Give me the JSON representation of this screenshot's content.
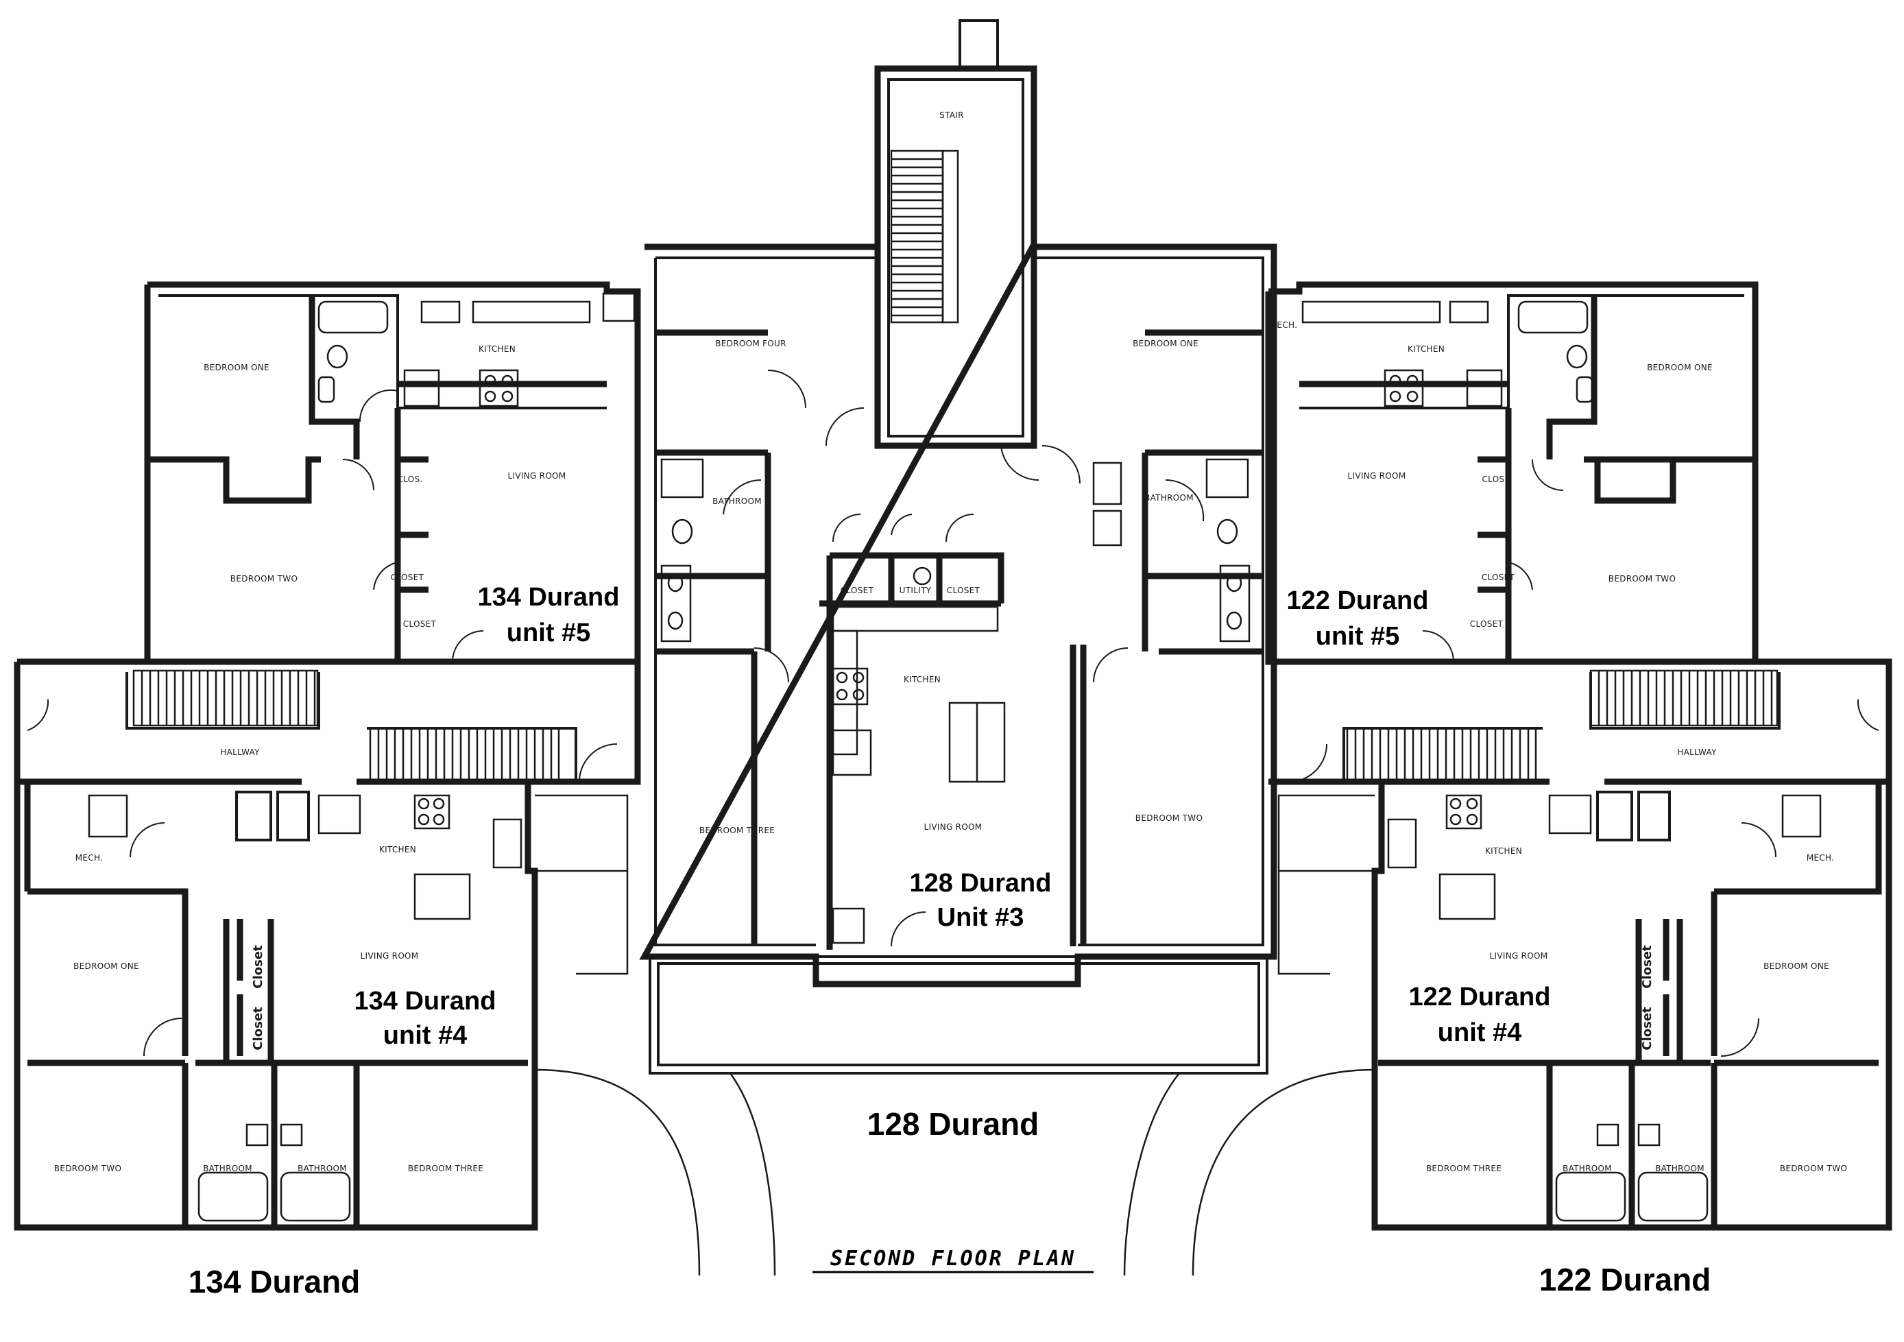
{
  "plan_title": "SECOND FLOOR PLAN",
  "buildings": {
    "left": "134 Durand",
    "center": "128 Durand",
    "right": "122 Durand"
  },
  "units": {
    "u134_5": [
      "134 Durand",
      "unit #5"
    ],
    "u134_4": [
      "134 Durand",
      "unit #4"
    ],
    "u128_3": [
      "128 Durand",
      "Unit #3"
    ],
    "u122_5": [
      "122 Durand",
      "unit #5"
    ],
    "u122_4": [
      "122 Durand",
      "unit #4"
    ]
  },
  "rooms": {
    "stair": "STAIR",
    "bedroom_one": "BEDROOM ONE",
    "bedroom_two": "BEDROOM TWO",
    "bedroom_three": "BEDROOM THREE",
    "bedroom_four": "BEDROOM FOUR",
    "kitchen": "KITCHEN",
    "living_room": "LIVING ROOM",
    "bathroom": "BATHROOM",
    "closet": "CLOSET",
    "closet_vertical": "Closet",
    "clos": "CLOS.",
    "utility": "UTILITY",
    "hallway": "HALLWAY",
    "mech": "MECH.",
    "mech_short": "MECH."
  }
}
